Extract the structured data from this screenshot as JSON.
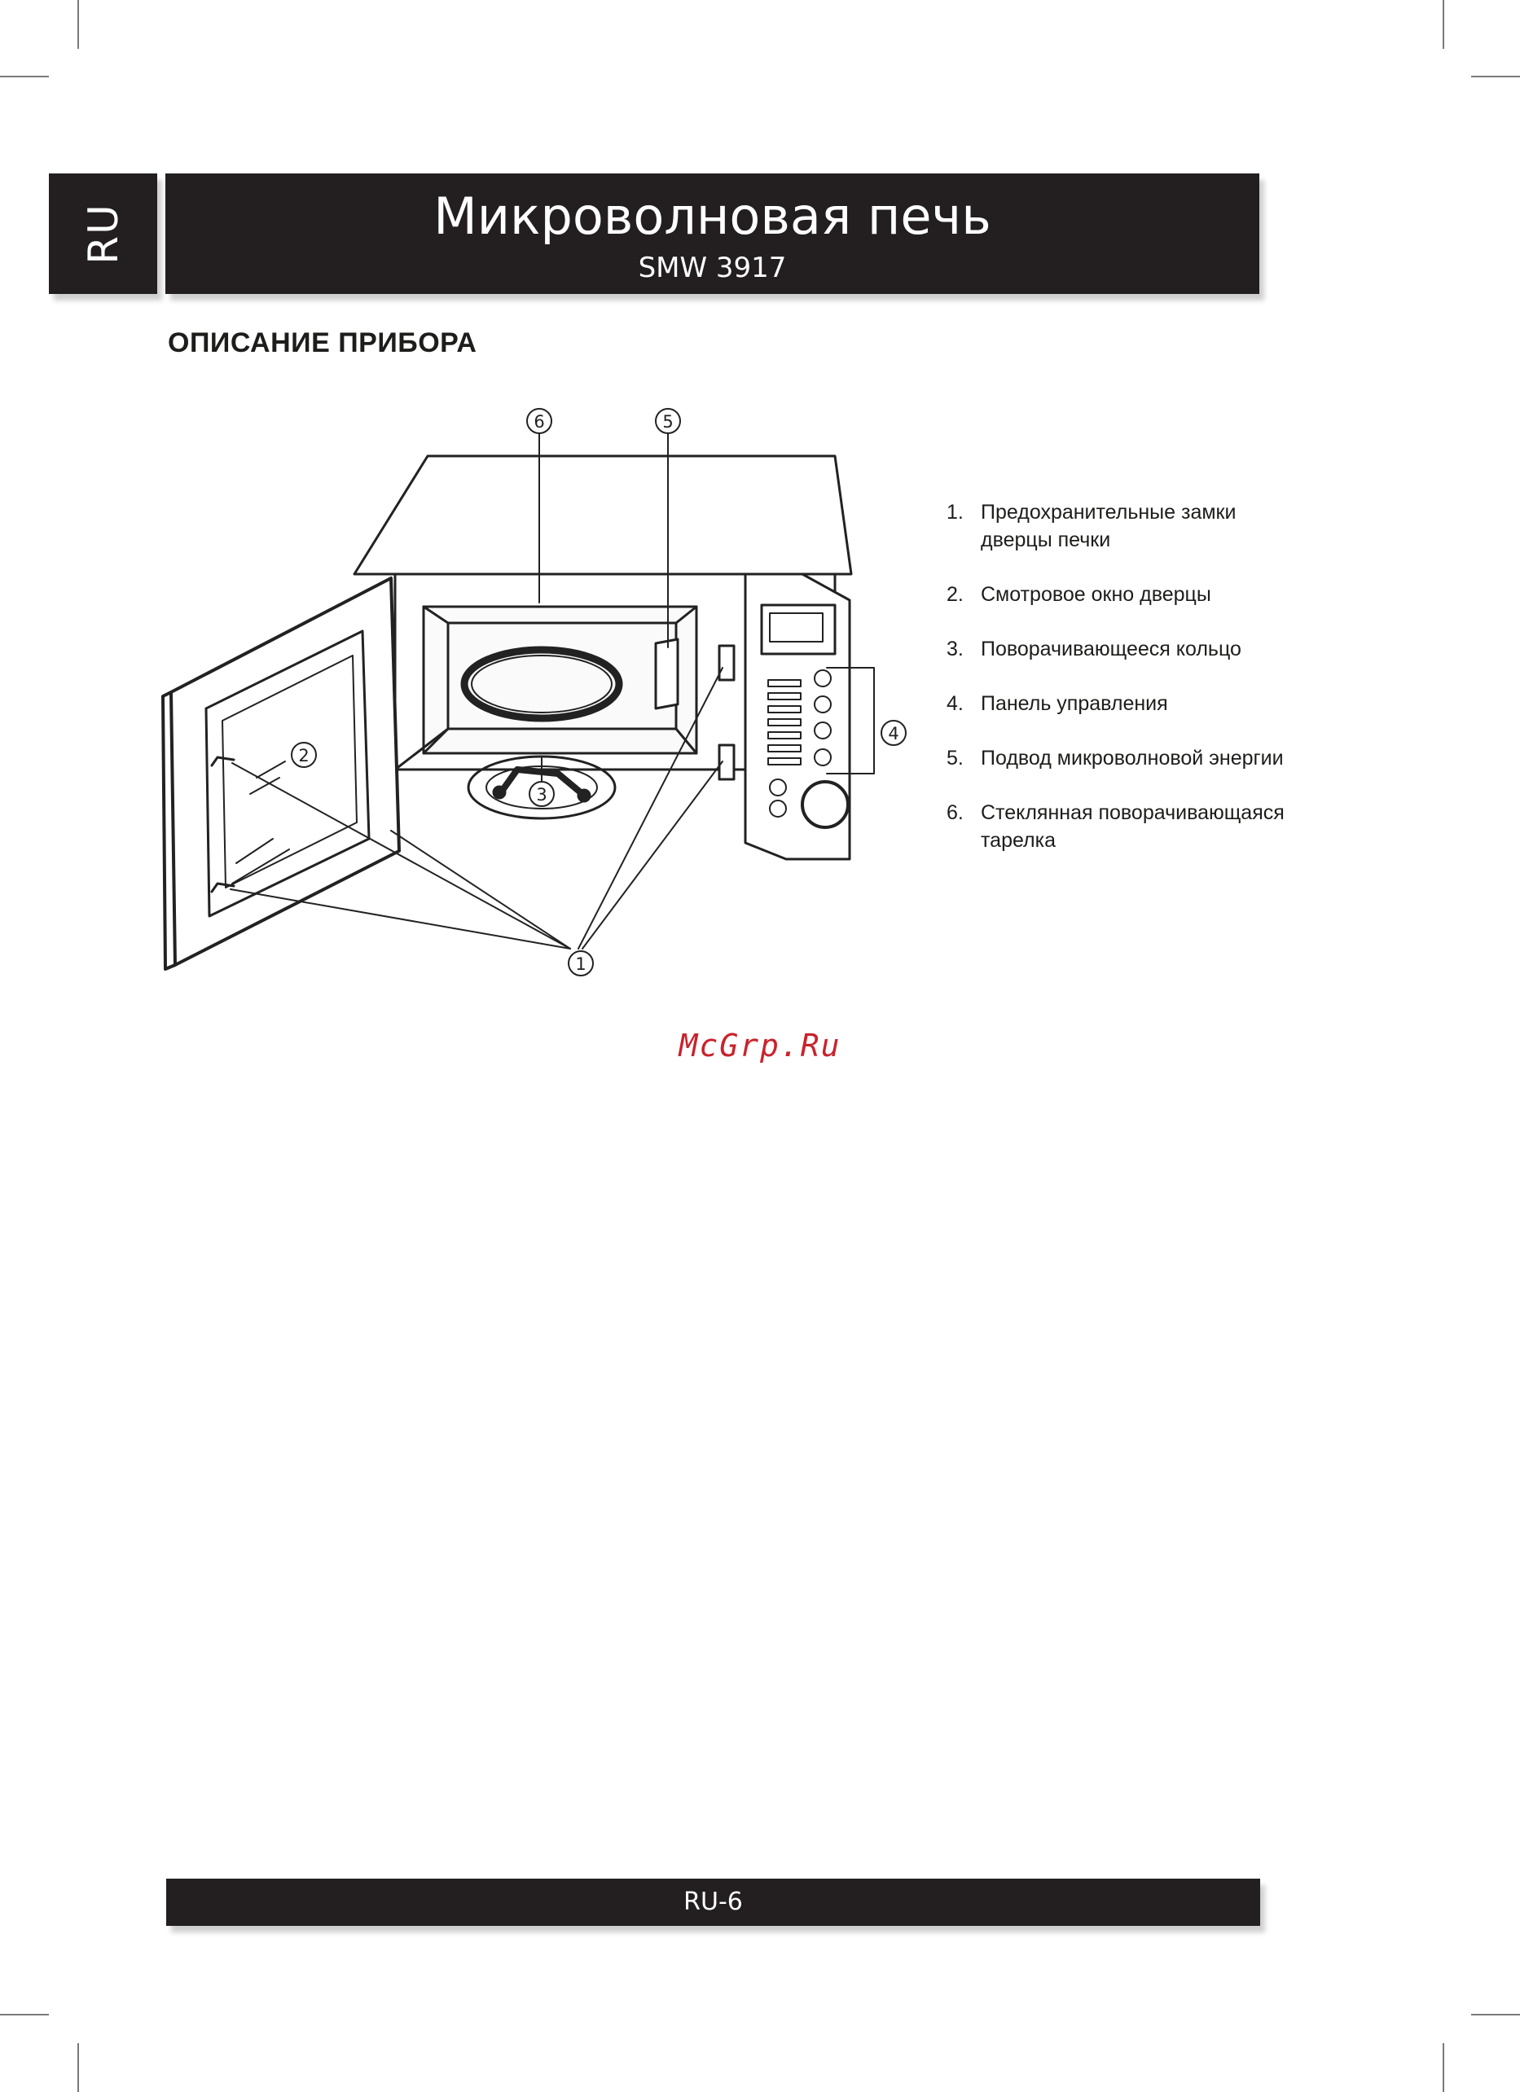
{
  "header": {
    "lang_tab": "RU",
    "title": "Микроволновая печь",
    "model": "SMW 3917"
  },
  "section": {
    "heading": "ОПИСАНИЕ ПРИБОРА"
  },
  "diagram": {
    "callouts": [
      "1",
      "2",
      "3",
      "4",
      "5",
      "6"
    ]
  },
  "legend": {
    "items": [
      {
        "num": "1.",
        "text": "Предохранительные замки дверцы печки"
      },
      {
        "num": "2.",
        "text": "Смотровое окно дверцы"
      },
      {
        "num": "3.",
        "text": "Поворачивающееся кольцо"
      },
      {
        "num": "4.",
        "text": "Панель управления"
      },
      {
        "num": "5.",
        "text": "Подвод микроволновой энергии"
      },
      {
        "num": "6.",
        "text": "Стеклянная поворачивающаяся тарелка"
      }
    ]
  },
  "watermark": "McGrp.Ru",
  "footer": {
    "page_label": "RU-6"
  }
}
